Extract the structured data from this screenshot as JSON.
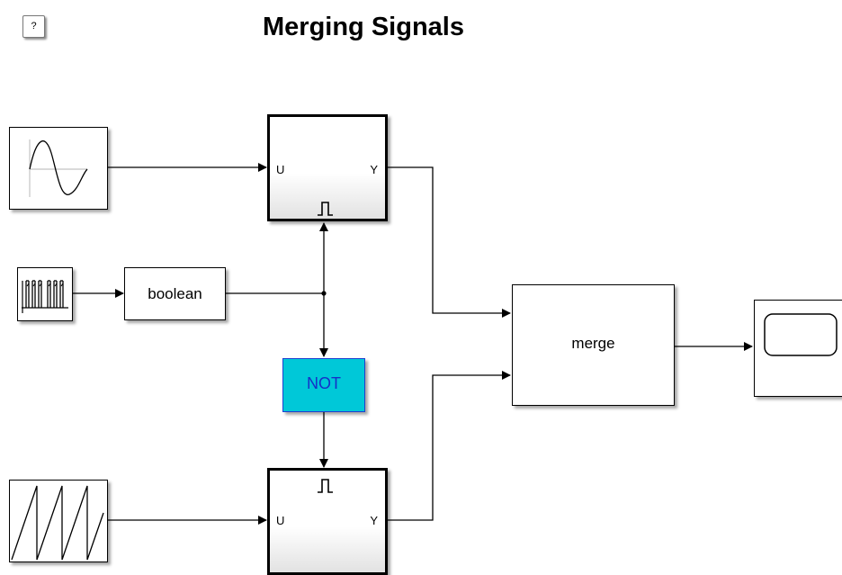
{
  "diagram": {
    "title": "Merging Signals",
    "help_button_label": "?",
    "blocks": {
      "sine_wave": {
        "icon": "sine-wave-icon"
      },
      "pulse_generator": {
        "icon": "pulse-train-icon"
      },
      "data_type_conversion": {
        "label": "boolean"
      },
      "logical_not": {
        "label": "NOT"
      },
      "sawtooth": {
        "icon": "sawtooth-icon"
      },
      "enabled_subsystem_top": {
        "input_port": "U",
        "output_port": "Y",
        "icon": "enable-pulse-icon"
      },
      "enabled_subsystem_bottom": {
        "input_port": "U",
        "output_port": "Y",
        "icon": "enable-pulse-icon"
      },
      "merge": {
        "label": "merge"
      },
      "scope": {
        "icon": "scope-screen-icon"
      }
    },
    "colors": {
      "not_fill": "#00c8d8",
      "not_border": "#1f3fd0",
      "not_text": "#1530c8",
      "line": "#000000"
    }
  }
}
